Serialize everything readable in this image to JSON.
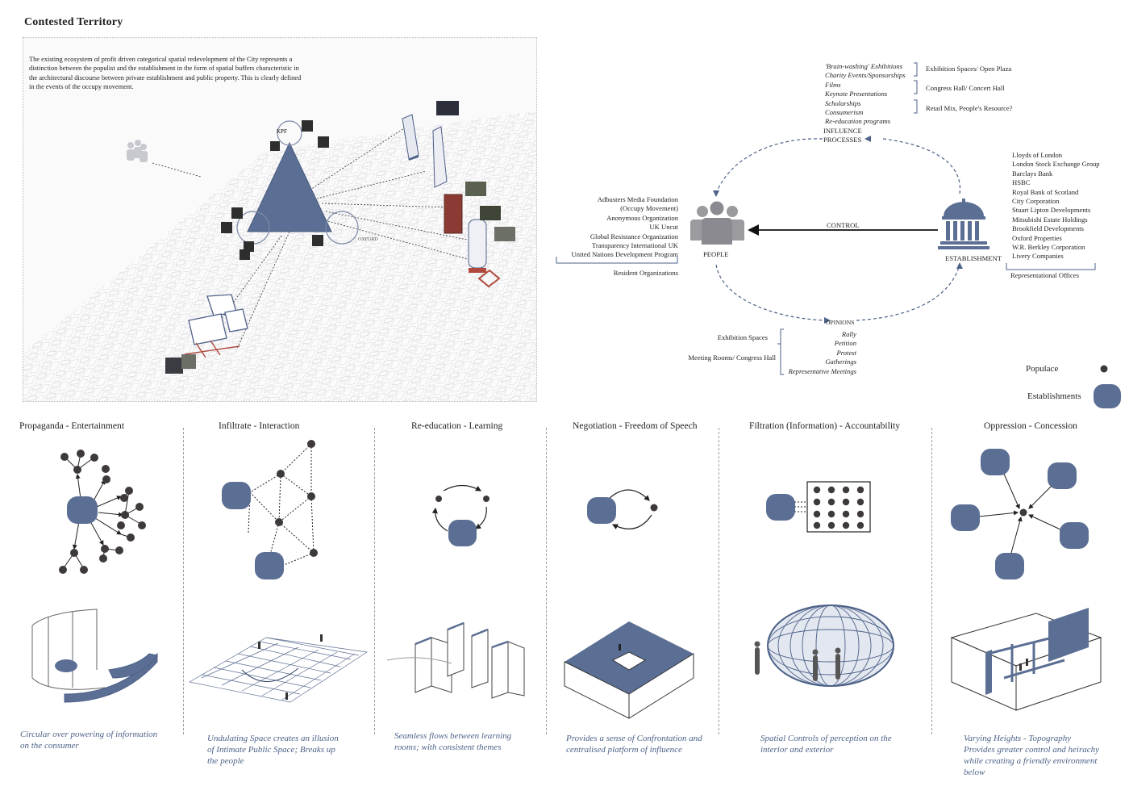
{
  "title": "Contested Territory",
  "intro_text": "The existing ecosystem of profit driven categorical spatial redevelopment of the City represents a distinction between the populist and the establishment in the form of spatial buffers characteristic in the architectural discourse between private establishment and public property. This is clearly defined in the events of the occupy movement.",
  "map_labels": {
    "kpf": "KPF",
    "oxford": "OXFORD"
  },
  "colors": {
    "accent": "#5b6e93",
    "dot": "#3f3a3a",
    "caption": "#4d6288"
  },
  "influence": {
    "items": [
      "'Brain-washing' Exhibitions",
      "Charity Events/Sponsorships",
      "Films",
      "Keynote Presentations",
      "Scholarships",
      "Consumerism",
      "Re-education programs"
    ],
    "label1": "INFLUENCE",
    "label2": "PROCESSES",
    "venues": [
      "Exhibition Spaces/ Open Plaza",
      "Congress Hall/ Concert Hall",
      "Retail Mix, People's Resource?"
    ]
  },
  "people": {
    "label": "PEOPLE",
    "orgs": [
      "Adbusters Media Foundation",
      "(Occupy Movement)",
      "Anonymous Organization",
      "UK Uncut",
      "Global Resistance Organization",
      "Transparency International UK",
      "United Nations Development Program"
    ],
    "group_label": "Resident Organizations"
  },
  "control_label": "CONTROL",
  "establishment": {
    "label": "ESTABLISHMENT",
    "orgs": [
      "Lloyds of London",
      "London Stock Exchange Group",
      "Barclays Bank",
      "HSBC",
      "Royal Bank of Scotland",
      "City Corporation",
      "Stuart Lipton Developments",
      "Mitsubishi Estate Holdings",
      "Brookfield Developments",
      "Oxford Properties",
      "W.R. Berkley Corporation",
      "Livery Companies"
    ],
    "group_label": "Representational Offices"
  },
  "opinions": {
    "label": "OPINIONS",
    "items": [
      "Rally",
      "Petition",
      "Protest",
      "Gatherings",
      "Representative Meetings"
    ],
    "venues": [
      "Exhibition Spaces",
      "Meeting Rooms/ Congress Hall"
    ]
  },
  "legend": {
    "populace": "Populace",
    "establishments": "Establishments"
  },
  "panels": [
    {
      "heading": "Propaganda - Entertainment",
      "caption": [
        "Circular over powering of information",
        "on the consumer"
      ]
    },
    {
      "heading": "Infiltrate - Interaction",
      "caption": [
        "Undulating Space creates an illusion",
        "of Intimate Public Space; Breaks up",
        "the people"
      ]
    },
    {
      "heading": "Re-education - Learning",
      "caption": [
        "Seamless flows between learning",
        "rooms; with consistent themes"
      ]
    },
    {
      "heading": "Negotiation - Freedom of Speech",
      "caption": [
        "Provides a sense of Confrontation and",
        "centralised platform of influence"
      ]
    },
    {
      "heading": "Filtration (Information) - Accountability",
      "caption": [
        "Spatial Controls of perception on the",
        "interior and exterior"
      ]
    },
    {
      "heading": "Oppression - Concession",
      "caption": [
        "Varying Heights - Topography",
        "Provides greater control and heirachy",
        "while creating a friendly environment",
        "below"
      ]
    }
  ]
}
